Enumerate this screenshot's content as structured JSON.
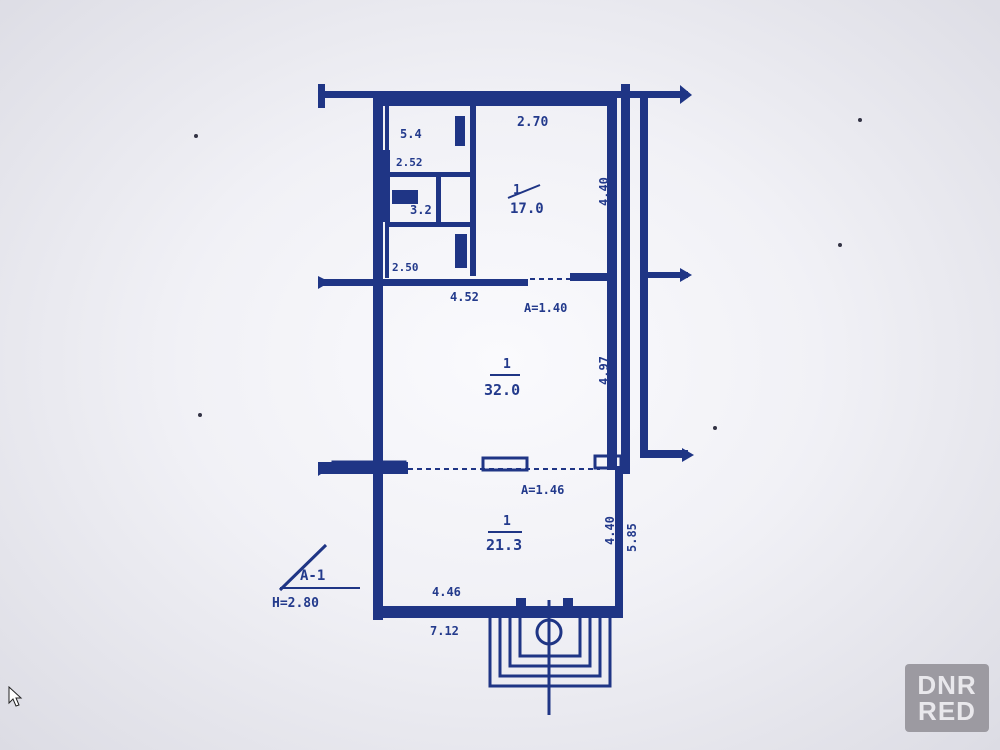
{
  "plan": {
    "rooms": [
      {
        "id": "room-a",
        "number": "1",
        "area": "17.0"
      },
      {
        "id": "room-b",
        "number": "1",
        "area": "32.0"
      },
      {
        "id": "room-c",
        "number": "1",
        "area": "21.3"
      },
      {
        "id": "room-small-1",
        "area": "5.4"
      },
      {
        "id": "room-small-2",
        "area": "3.2"
      }
    ],
    "dimensions": {
      "top": "2.70",
      "left_upper": "2.52",
      "left_lower": "2.50",
      "right_upper": "4.40",
      "right_middle": "4.97",
      "right_lower": "4.40",
      "right_outer": "5.85",
      "mid_wall": "4.52",
      "bottom_inner": "4.46",
      "bottom_outer": "7.12"
    },
    "openings": {
      "upper": "A=1.40",
      "lower": "A=1.46"
    },
    "section_mark": {
      "label": "A-1",
      "height": "H=2.80"
    },
    "colors": {
      "ink": "#1f3585",
      "paper": "#f3f3f8"
    }
  },
  "watermark": {
    "line1": "DNR",
    "line2": "RED"
  }
}
